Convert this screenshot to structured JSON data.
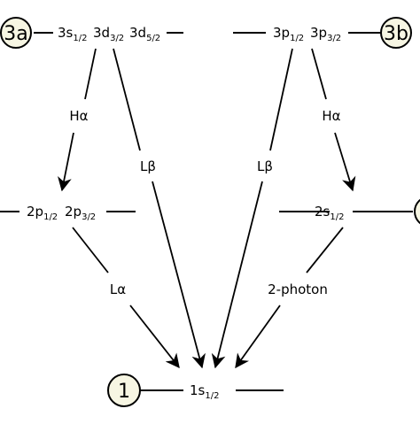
{
  "levels": {
    "upper_left": [
      {
        "base": "3s",
        "sub": "1/2"
      },
      {
        "base": "3d",
        "sub": "3/2"
      },
      {
        "base": "3d",
        "sub": "5/2"
      }
    ],
    "upper_right": [
      {
        "base": "3p",
        "sub": "1/2"
      },
      {
        "base": "3p",
        "sub": "3/2"
      }
    ],
    "middle_left": [
      {
        "base": "2p",
        "sub": "1/2"
      },
      {
        "base": "2p",
        "sub": "3/2"
      }
    ],
    "middle_right": [
      {
        "base": "2s",
        "sub": "1/2"
      }
    ],
    "ground": [
      {
        "base": "1s",
        "sub": "1/2"
      }
    ]
  },
  "markers": {
    "upper_left": "3a",
    "upper_right": "3b",
    "ground": "1"
  },
  "transitions": {
    "halpha_left": "Hα",
    "halpha_right": "Hα",
    "lbeta_left": "Lβ",
    "lbeta_right": "Lβ",
    "lalpha": "Lα",
    "two_photon": "2-photon"
  },
  "colors": {
    "ink": "#000000",
    "marker_fill": "#f7f6e3"
  }
}
